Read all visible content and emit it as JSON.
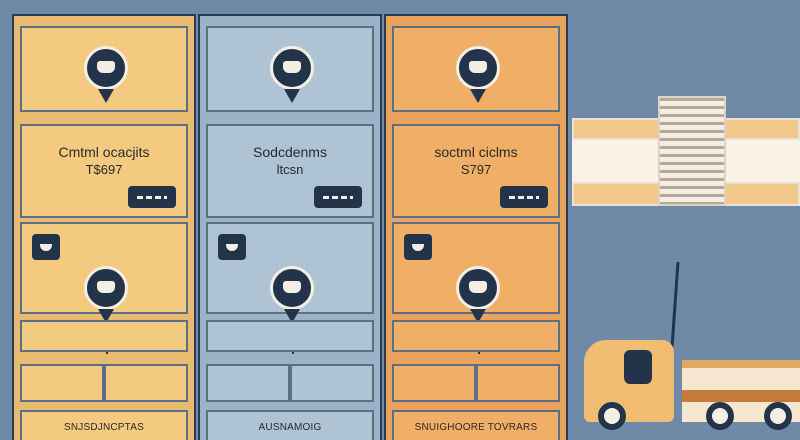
{
  "panels": [
    {
      "label_line1": "Cmtml ocacjits",
      "label_line2": "T$697",
      "footer_text": "SNJSDJNCPTAS"
    },
    {
      "label_line1": "Sodcdenms",
      "label_line2": "ltcsn",
      "footer_text": "AUSNAMOIG"
    },
    {
      "label_line1": "soctml ciclms",
      "label_line2": "S797",
      "footer_text": "SNUIGHOORE TOVRARS"
    }
  ],
  "icons": {
    "top_pin": "boat-icon",
    "lower_pin": "shield-icon",
    "badge": "cup-icon",
    "tag": "stripe-tag-icon",
    "truck": "truck-icon"
  },
  "colors": {
    "panel_1": "#e9bb70",
    "panel_2": "#9bb3c6",
    "panel_3": "#e9a35c",
    "background": "#6f8aa6",
    "accent_dark": "#23344a"
  }
}
